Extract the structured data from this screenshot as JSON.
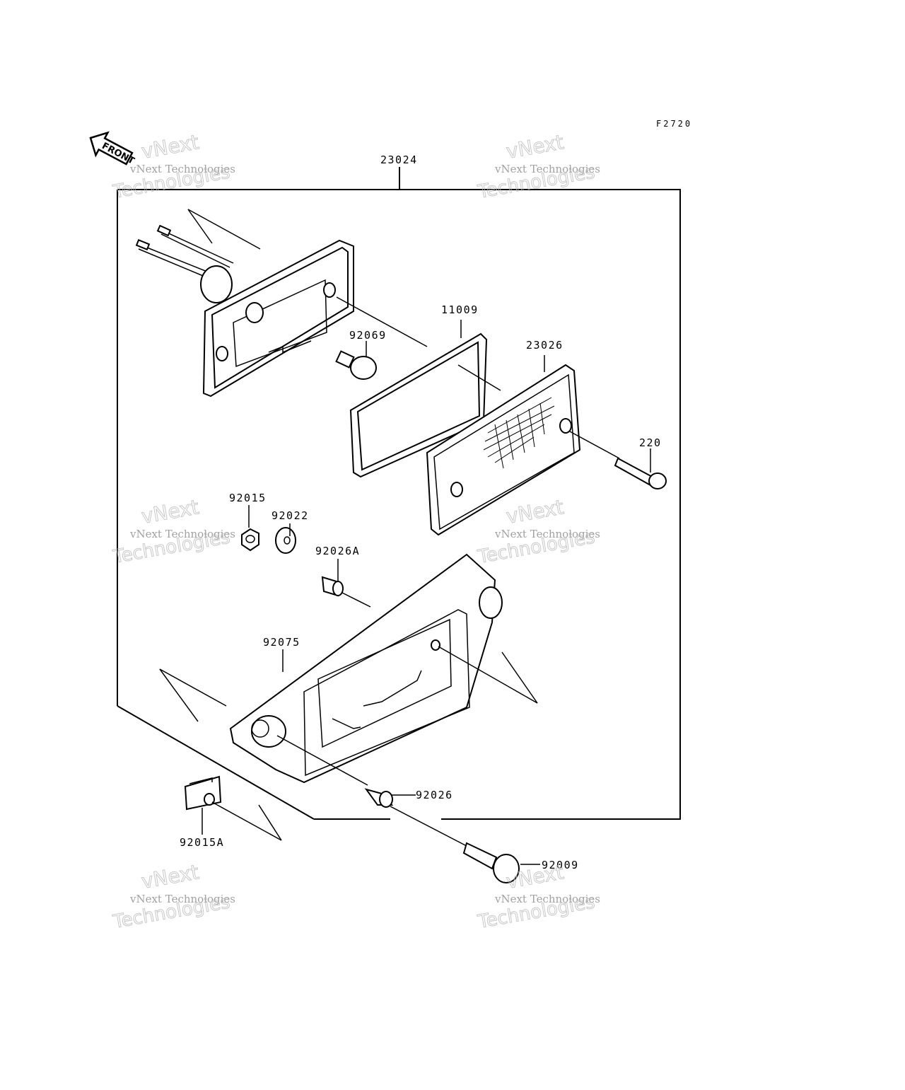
{
  "figure_code": "F2720",
  "front_label": "FRONT",
  "parts": [
    {
      "id": "assembly",
      "number": "23024"
    },
    {
      "id": "gasket",
      "number": "11009"
    },
    {
      "id": "bulb",
      "number": "92069"
    },
    {
      "id": "lens",
      "number": "23026"
    },
    {
      "id": "screw",
      "number": "220"
    },
    {
      "id": "nut",
      "number": "92015"
    },
    {
      "id": "washer",
      "number": "92022"
    },
    {
      "id": "collar-a",
      "number": "92026A"
    },
    {
      "id": "bracket",
      "number": "92075"
    },
    {
      "id": "collar",
      "number": "92026"
    },
    {
      "id": "clip-nut",
      "number": "92015A"
    },
    {
      "id": "bolt",
      "number": "92009"
    }
  ],
  "watermark": {
    "line1": "vNext Technologies",
    "line2": "vNext",
    "line3": "Technologies"
  }
}
